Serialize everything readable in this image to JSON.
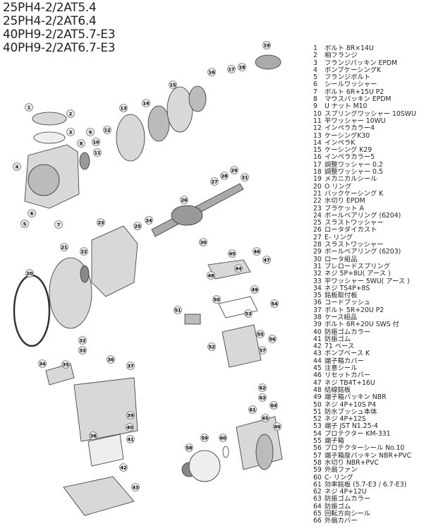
{
  "titles": [
    "25PH4-2/2AT5.4",
    "25PH4-2/2AT6.4",
    "40PH9-2/2AT5.7-E3",
    "40PH9-2/2AT6.7-E3"
  ],
  "parts": [
    {
      "no": "1",
      "name": "ボルト 8R×14U"
    },
    {
      "no": "2",
      "name": "相フランジ"
    },
    {
      "no": "3",
      "name": "フランジパッキン EPDM"
    },
    {
      "no": "4",
      "name": "ポンプケーシングK"
    },
    {
      "no": "5",
      "name": "フランジボルト"
    },
    {
      "no": "6",
      "name": "シールワッシャー"
    },
    {
      "no": "7",
      "name": "ボルト 6R+15U P2"
    },
    {
      "no": "8",
      "name": "マウスパッキン EPDM"
    },
    {
      "no": "9",
      "name": "U ナット M10"
    },
    {
      "no": "10",
      "name": "スプリングワッシャー 10SWU"
    },
    {
      "no": "11",
      "name": "平ワッシャー 10WU"
    },
    {
      "no": "12",
      "name": "インペラカラー4"
    },
    {
      "no": "13",
      "name": "ケーシングK30"
    },
    {
      "no": "14",
      "name": "インペラK"
    },
    {
      "no": "15",
      "name": "ケーシング K29"
    },
    {
      "no": "16",
      "name": "インペラカラー5"
    },
    {
      "no": "17",
      "name": "調整ワッシャー 0.2"
    },
    {
      "no": "18",
      "name": "調整ワッシャー 0.5"
    },
    {
      "no": "19",
      "name": "メカニカルシール"
    },
    {
      "no": "20",
      "name": "O リング"
    },
    {
      "no": "21",
      "name": "バックケーシング K"
    },
    {
      "no": "22",
      "name": "水切り EPDM"
    },
    {
      "no": "23",
      "name": "ブラケット A"
    },
    {
      "no": "24",
      "name": "ボールベアリング (6204)"
    },
    {
      "no": "25",
      "name": "スラストワッシャー"
    },
    {
      "no": "26",
      "name": "ロータダイカスト"
    },
    {
      "no": "27",
      "name": "E- リング"
    },
    {
      "no": "28",
      "name": "スラストワッシャー"
    },
    {
      "no": "29",
      "name": "ボールベアリング (6203)"
    },
    {
      "no": "30",
      "name": "ロータ組品"
    },
    {
      "no": "31",
      "name": "プレロードスプリング"
    },
    {
      "no": "32",
      "name": "ネジ 5P+8U( アース )"
    },
    {
      "no": "33",
      "name": "平ワッシャー 5WU( アース )"
    },
    {
      "no": "34",
      "name": "ネジ TS4P+8S"
    },
    {
      "no": "35",
      "name": "銘板取付板"
    },
    {
      "no": "36",
      "name": "コードブッシュ"
    },
    {
      "no": "37",
      "name": "ボルト 5R+20U P2"
    },
    {
      "no": "38",
      "name": "ケース組品"
    },
    {
      "no": "39",
      "name": "ボルト 6R+20U SWS 付"
    },
    {
      "no": "40",
      "name": "防振ゴムカラー"
    },
    {
      "no": "41",
      "name": "防振ゴム"
    },
    {
      "no": "42",
      "name": "71 ベース"
    },
    {
      "no": "43",
      "name": "ポンプベース K"
    },
    {
      "no": "44",
      "name": "端子箱カバー"
    },
    {
      "no": "45",
      "name": "注意シール"
    },
    {
      "no": "46",
      "name": "リセットカバー"
    },
    {
      "no": "47",
      "name": "ネジ TB4T+16U"
    },
    {
      "no": "48",
      "name": "結線銘板"
    },
    {
      "no": "49",
      "name": "端子箱パッキン NBR"
    },
    {
      "no": "50",
      "name": "ネジ 4P+10S P4"
    },
    {
      "no": "51",
      "name": "防水ブッシュ本体"
    },
    {
      "no": "52",
      "name": "ネジ 4P+12S"
    },
    {
      "no": "53",
      "name": "端子 JST N1.25-4"
    },
    {
      "no": "54",
      "name": "プロテクター KM-331"
    },
    {
      "no": "55",
      "name": "端子箱"
    },
    {
      "no": "56",
      "name": "プロテクターシール No.10"
    },
    {
      "no": "57",
      "name": "端子箱座パッキン NBR+PVC"
    },
    {
      "no": "58",
      "name": "水切り NBR+PVC"
    },
    {
      "no": "59",
      "name": "外扇ファン"
    },
    {
      "no": "60",
      "name": "C- リング"
    },
    {
      "no": "61",
      "name": "効率銘板 (5.7-E3 / 6.7-E3)"
    },
    {
      "no": "62",
      "name": "ネジ 4P+12U"
    },
    {
      "no": "63",
      "name": "防振ゴムカラー"
    },
    {
      "no": "64",
      "name": "防振ゴム"
    },
    {
      "no": "65",
      "name": "回転方向シール"
    },
    {
      "no": "66",
      "name": "外扇カバー"
    }
  ]
}
